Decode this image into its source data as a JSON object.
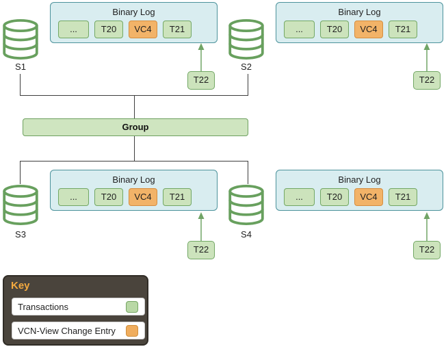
{
  "diagram": {
    "binary_log": {
      "title": "Binary Log",
      "entries": [
        {
          "label": "...",
          "type": "transaction"
        },
        {
          "label": "T20",
          "type": "transaction"
        },
        {
          "label": "VC4",
          "type": "view-change"
        },
        {
          "label": "T21",
          "type": "transaction"
        }
      ]
    },
    "pending_transaction": {
      "label": "T22"
    },
    "servers": [
      {
        "label": "S1"
      },
      {
        "label": "S2"
      },
      {
        "label": "S3"
      },
      {
        "label": "S4"
      }
    ],
    "group": {
      "label": "Group"
    }
  },
  "key": {
    "title": "Key",
    "items": [
      {
        "label": "Transactions",
        "swatch": "transaction"
      },
      {
        "label": "VCN-View Change Entry",
        "swatch": "view-change"
      }
    ]
  },
  "colors": {
    "background": "#ffffff",
    "binlog_fill": "#d9edf0",
    "binlog_border": "#4b929b",
    "transaction_fill": "#cce3bc",
    "transaction_border": "#72a764",
    "view_change_fill": "#f2b368",
    "view_change_border": "#d58d3f",
    "group_fill": "#cfe5c0",
    "cylinder_stroke": "#68a05e",
    "connector_line": "#3d3d3d",
    "arrow": "#71a466",
    "key_background": "#4a443c",
    "key_title_text": "#f4aa3f"
  }
}
